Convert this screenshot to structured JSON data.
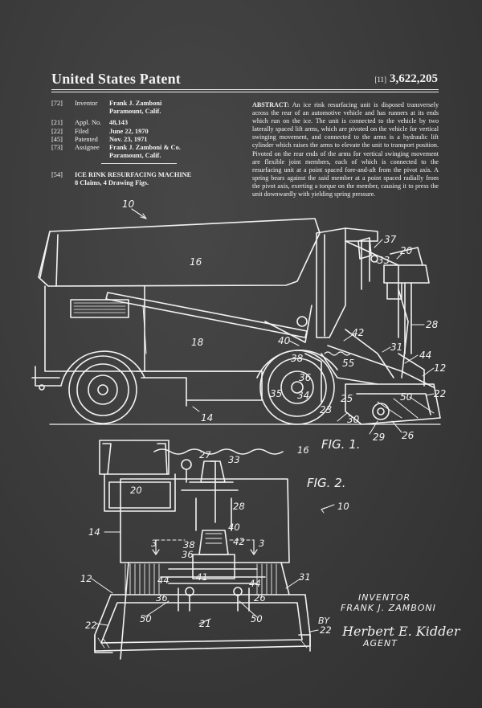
{
  "header": {
    "title": "United States Patent",
    "number_code": "[11]",
    "number": "3,622,205"
  },
  "bibliography": [
    {
      "code": "[72]",
      "label": "Inventor",
      "value": "Frank J. Zamboni",
      "value2": "Paramount, Calif."
    },
    {
      "code": "[21]",
      "label": "Appl. No.",
      "value": "48,143",
      "value2": ""
    },
    {
      "code": "[22]",
      "label": "Filed",
      "value": "June 22, 1970",
      "value2": ""
    },
    {
      "code": "[45]",
      "label": "Patented",
      "value": "Nov. 23, 1971",
      "value2": ""
    },
    {
      "code": "[73]",
      "label": "Assignee",
      "value": "Frank J. Zamboni & Co.",
      "value2": "Paramount, Calif."
    }
  ],
  "title_item": {
    "code": "[54]",
    "line1": "ICE RINK RESURFACING MACHINE",
    "line2": "8 Claims, 4 Drawing Figs."
  },
  "abstract": {
    "label": "ABSTRACT:",
    "text": "An ice rink resurfacing unit is disposed transversely across the rear of an automotive vehicle and has runners at its ends which run on the ice. The unit is connected to the vehicle by two laterally spaced lift arms, which are pivoted on the vehicle for vertical swinging movement, and connected to the arms is a hydraulic lift cylinder which raises the arms to elevate the unit to transport position. Pivoted on the rear ends of the arms for vertical swinging movement are flexible joint members, each of which is connected to the resurfacing unit at a point spaced fore-and-aft from the pivot axis. A spring bears against the said member at a point spaced radially from the pivot axis, exerting a torque on the member, causing it to press the unit downwardly with yielding spring pressure."
  },
  "figures": {
    "fig1": "FIG. 1.",
    "fig2": "FIG. 2."
  },
  "fig1_refs": {
    "r10": "10",
    "r16": "16",
    "r18": "18",
    "r14": "14",
    "r37": "37",
    "r33": "33",
    "r20": "20",
    "r28": "28",
    "r40": "40",
    "r42": "42",
    "r31": "31",
    "r44": "44",
    "r12": "12",
    "r38": "38",
    "r55": "55",
    "r36": "36",
    "r34": "34",
    "r35": "35",
    "r25": "25",
    "r50": "50",
    "r22": "22",
    "r23": "23",
    "r30": "30",
    "r29": "29",
    "r26": "26"
  },
  "fig2_refs": {
    "r16": "16",
    "r27": "27",
    "r33": "33",
    "r20": "20",
    "r28": "28",
    "r10": "10",
    "r14": "14",
    "r3a": "3",
    "r3b": "3",
    "r40": "40",
    "r38": "38",
    "r42": "42",
    "r36": "36",
    "r12": "12",
    "r41": "41",
    "r44": "44",
    "r31": "31",
    "r36b": "36",
    "r26": "26",
    "r50a": "50",
    "r50b": "50",
    "r21": "21",
    "r22a": "22",
    "r22b": "22"
  },
  "signature": {
    "inventor_label": "INVENTOR",
    "inventor_name": "FRANK J. ZAMBONI",
    "by": "BY",
    "ref": "22",
    "agent_name": "Herbert E. Kidder",
    "agent_label": "AGENT"
  }
}
